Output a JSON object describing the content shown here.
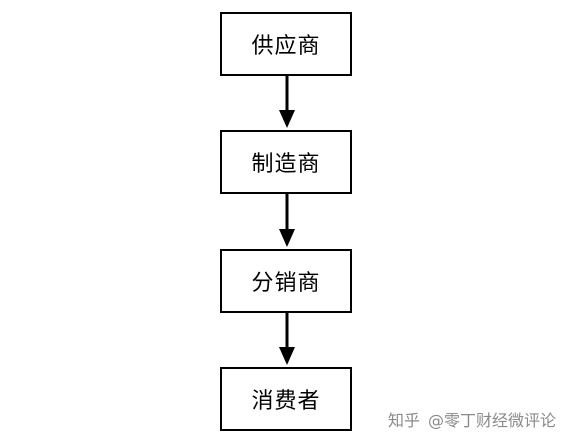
{
  "diagram": {
    "nodes": [
      {
        "label": "供应商"
      },
      {
        "label": "制造商"
      },
      {
        "label": "分销商"
      },
      {
        "label": "消费者"
      }
    ],
    "edges": [
      {
        "from": 0,
        "to": 1
      },
      {
        "from": 1,
        "to": 2
      },
      {
        "from": 2,
        "to": 3
      }
    ]
  },
  "watermark": {
    "platform": "知乎",
    "author": "@零丁财经微评论"
  }
}
